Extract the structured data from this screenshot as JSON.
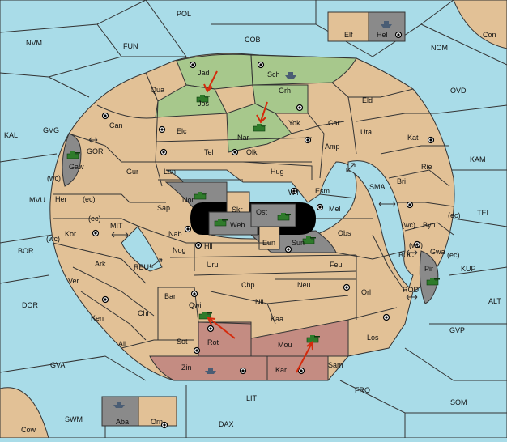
{
  "map": {
    "colors": {
      "sea": "#a9dce8",
      "land": "#e2c196",
      "green_power": "#a7c88c",
      "red_power": "#c48c82",
      "grey_power": "#8a8a8a",
      "order_arrow": "#d52a0c"
    },
    "labels": {
      "POL": "POL",
      "COB": "COB",
      "NVM": "NVM",
      "FUN": "FUN",
      "NOM": "NOM",
      "Con": "Con",
      "Elf": "Elf",
      "Hel": "Hel",
      "OVD": "OVD",
      "KAL": "KAL",
      "GVG": "GVG",
      "KAM": "KAM",
      "MVU": "MVU",
      "TEI": "TEI",
      "BOR": "BOR",
      "MIT": "MIT",
      "SMA": "SMA",
      "KUP": "KUP",
      "BUC": "BUC",
      "DOR": "DOR",
      "RBU": "RBU",
      "ROD": "ROD",
      "ALT": "ALT",
      "GVP": "GVP",
      "GVA": "GVA",
      "FRO": "FRO",
      "LIT": "LIT",
      "SOM": "SOM",
      "SWM": "SWM",
      "DAX": "DAX",
      "Cow": "Cow",
      "Aba": "Aba",
      "Orn": "Orn",
      "GOR": "GOR",
      "Jad": "Jad",
      "Sch": "Sch",
      "Qua": "Qua",
      "Jos": "Jos",
      "Grh": "Grh",
      "Eld": "Eld",
      "Can": "Can",
      "Elc": "Elc",
      "Nar": "Nar",
      "Yok": "Yok",
      "Car": "Car",
      "Uta": "Uta",
      "Kat": "Kat",
      "Tel": "Tel",
      "Olk": "Olk",
      "Amp": "Amp",
      "Gaw": "Gaw",
      "Gur": "Gur",
      "Lan": "Lan",
      "Hug": "Hug",
      "Rie": "Rie",
      "Bri": "Bri",
      "wc1": "(wc)",
      "ec1": "(ec)",
      "Her": "Her",
      "Nor": "Nor",
      "Wil": "Wil",
      "Esm": "Esm",
      "Skr": "Skr",
      "Sap": "Sap",
      "Ost": "Ost",
      "Mel": "Mel",
      "Byn": "Byn",
      "ec2": "(ec)",
      "ec3": "(ec)",
      "wc2": "(wc)",
      "Web": "Web",
      "Kor": "Kor",
      "Nab": "Nab",
      "Obs": "Obs",
      "wc3": "(wc)",
      "Eun": "Eun",
      "Sun": "Sun",
      "Gwa": "Gwa",
      "ec4": "(ec)",
      "wc4": "(wc)",
      "Hil": "Hil",
      "Nog": "Nog",
      "Ark": "Ark",
      "Uru": "Uru",
      "Feu": "Feu",
      "Pir": "Pir",
      "Ver": "Ver",
      "Chp": "Chp",
      "Neu": "Neu",
      "Bar": "Bar",
      "Orl": "Orl",
      "Qwi": "Qwi",
      "Nil": "Nil",
      "Chr": "Chr",
      "Ken": "Ken",
      "Kaa": "Kaa",
      "Los": "Los",
      "Ail": "Ail",
      "Sot": "Sot",
      "Rot": "Rot",
      "Mou": "Mou",
      "Zin": "Zin",
      "Kar": "Kar",
      "Sam": "Sam"
    }
  }
}
